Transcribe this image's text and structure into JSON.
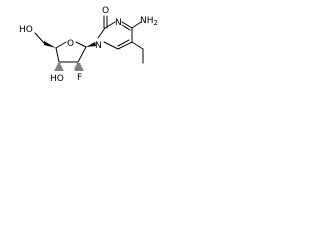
{
  "atoms": {
    "carbonyl_o": "O",
    "ring_n3": "N",
    "amine": "NH2",
    "ring_n1": "N",
    "ring_o": "O",
    "hydroxyl_5": "HO",
    "hydroxyl_3": "HO",
    "fluorine": "F"
  }
}
